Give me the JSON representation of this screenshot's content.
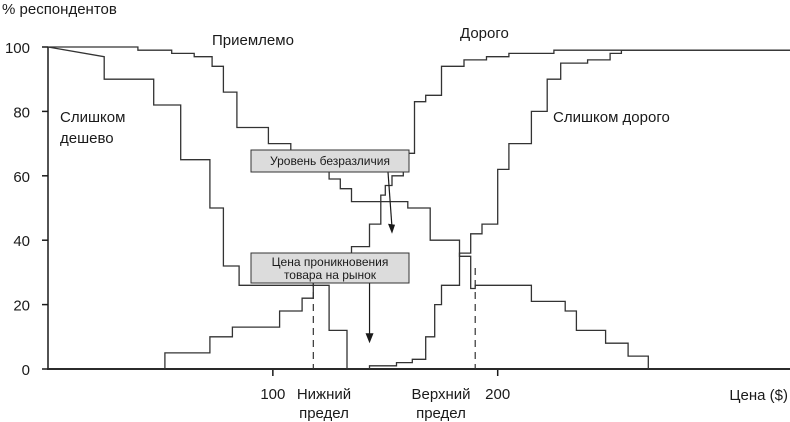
{
  "chart_data": {
    "type": "line",
    "title": "",
    "ylabel": "% респондентов",
    "xlabel": "Цена ($)",
    "xlim": [
      0,
      330
    ],
    "ylim": [
      0,
      100
    ],
    "y_ticks": [
      0,
      20,
      40,
      60,
      80,
      100
    ],
    "x_ticks": [
      100,
      200
    ],
    "grid": false,
    "series": [
      {
        "name": "Слишком дешево",
        "label_lines": [
          "Слишком",
          "дешево"
        ],
        "step": [
          [
            0,
            100
          ],
          [
            25,
            97
          ],
          [
            25,
            90
          ],
          [
            47,
            90
          ],
          [
            47,
            82
          ],
          [
            59,
            82
          ],
          [
            59,
            65
          ],
          [
            72,
            65
          ],
          [
            72,
            50
          ],
          [
            78,
            50
          ],
          [
            78,
            32
          ],
          [
            85,
            32
          ],
          [
            85,
            26
          ],
          [
            125,
            26
          ],
          [
            125,
            12
          ],
          [
            133,
            12
          ],
          [
            133,
            0
          ],
          [
            330,
            0
          ]
        ]
      },
      {
        "name": "Приемлемо",
        "step": [
          [
            0,
            100
          ],
          [
            40,
            100
          ],
          [
            40,
            99
          ],
          [
            55,
            99
          ],
          [
            55,
            98
          ],
          [
            65,
            98
          ],
          [
            65,
            97
          ],
          [
            73,
            97
          ],
          [
            73,
            94
          ],
          [
            78,
            94
          ],
          [
            78,
            86
          ],
          [
            84,
            86
          ],
          [
            84,
            75
          ],
          [
            98,
            75
          ],
          [
            98,
            70
          ],
          [
            108,
            70
          ],
          [
            108,
            65
          ],
          [
            125,
            65
          ],
          [
            125,
            59
          ],
          [
            130,
            59
          ],
          [
            130,
            56
          ],
          [
            135,
            56
          ],
          [
            135,
            52
          ],
          [
            160,
            52
          ],
          [
            160,
            50
          ],
          [
            170,
            50
          ],
          [
            170,
            40
          ],
          [
            183,
            40
          ],
          [
            183,
            35
          ],
          [
            188,
            35
          ],
          [
            188,
            25
          ],
          [
            190,
            25
          ],
          [
            190,
            26
          ],
          [
            215,
            26
          ],
          [
            215,
            21
          ],
          [
            230,
            21
          ],
          [
            230,
            18
          ],
          [
            235,
            18
          ],
          [
            235,
            12
          ],
          [
            248,
            12
          ],
          [
            248,
            8
          ],
          [
            258,
            8
          ],
          [
            258,
            4
          ],
          [
            267,
            4
          ],
          [
            267,
            0
          ],
          [
            330,
            0
          ]
        ]
      },
      {
        "name": "Дорого",
        "step": [
          [
            0,
            0
          ],
          [
            52,
            0
          ],
          [
            52,
            5
          ],
          [
            72,
            5
          ],
          [
            72,
            10
          ],
          [
            82,
            10
          ],
          [
            82,
            13
          ],
          [
            103,
            13
          ],
          [
            103,
            18
          ],
          [
            113,
            18
          ],
          [
            113,
            22
          ],
          [
            118,
            22
          ],
          [
            118,
            32
          ],
          [
            127,
            32
          ],
          [
            127,
            35
          ],
          [
            135,
            35
          ],
          [
            135,
            38
          ],
          [
            143,
            38
          ],
          [
            143,
            45
          ],
          [
            148,
            45
          ],
          [
            148,
            54
          ],
          [
            150,
            54
          ],
          [
            150,
            57
          ],
          [
            153,
            57
          ],
          [
            153,
            60
          ],
          [
            158,
            60
          ],
          [
            158,
            67
          ],
          [
            163,
            67
          ],
          [
            163,
            83
          ],
          [
            168,
            83
          ],
          [
            168,
            85
          ],
          [
            175,
            85
          ],
          [
            175,
            94
          ],
          [
            185,
            94
          ],
          [
            185,
            96
          ],
          [
            195,
            96
          ],
          [
            195,
            97
          ],
          [
            205,
            97
          ],
          [
            205,
            98
          ],
          [
            225,
            98
          ],
          [
            225,
            99
          ],
          [
            330,
            99
          ]
        ]
      },
      {
        "name": "Слишком дорого",
        "step": [
          [
            0,
            0
          ],
          [
            143,
            0
          ],
          [
            143,
            1
          ],
          [
            155,
            1
          ],
          [
            155,
            2
          ],
          [
            162,
            2
          ],
          [
            162,
            3
          ],
          [
            168,
            3
          ],
          [
            168,
            10
          ],
          [
            172,
            10
          ],
          [
            172,
            20
          ],
          [
            175,
            20
          ],
          [
            175,
            26
          ],
          [
            183,
            26
          ],
          [
            183,
            36
          ],
          [
            188,
            36
          ],
          [
            188,
            42
          ],
          [
            193,
            42
          ],
          [
            193,
            45
          ],
          [
            200,
            45
          ],
          [
            200,
            62
          ],
          [
            205,
            62
          ],
          [
            205,
            70
          ],
          [
            215,
            70
          ],
          [
            215,
            80
          ],
          [
            222,
            80
          ],
          [
            222,
            90
          ],
          [
            228,
            90
          ],
          [
            228,
            95
          ],
          [
            240,
            95
          ],
          [
            240,
            96
          ],
          [
            250,
            96
          ],
          [
            250,
            98
          ],
          [
            255,
            98
          ],
          [
            255,
            99
          ],
          [
            330,
            99
          ]
        ]
      }
    ],
    "annotations": {
      "indifference_box": "Уровень безразличия",
      "penetration_box": [
        "Цена проникновения",
        "товара на рынок"
      ],
      "lower_bound": [
        "Нижний",
        "предел"
      ],
      "upper_bound": [
        "Верхний",
        "предел"
      ],
      "lower_bound_price": 118,
      "upper_bound_price": 190,
      "indifference_point": [
        153,
        42
      ],
      "penetration_point": [
        143,
        8
      ],
      "penetration_point_price": 143
    }
  }
}
